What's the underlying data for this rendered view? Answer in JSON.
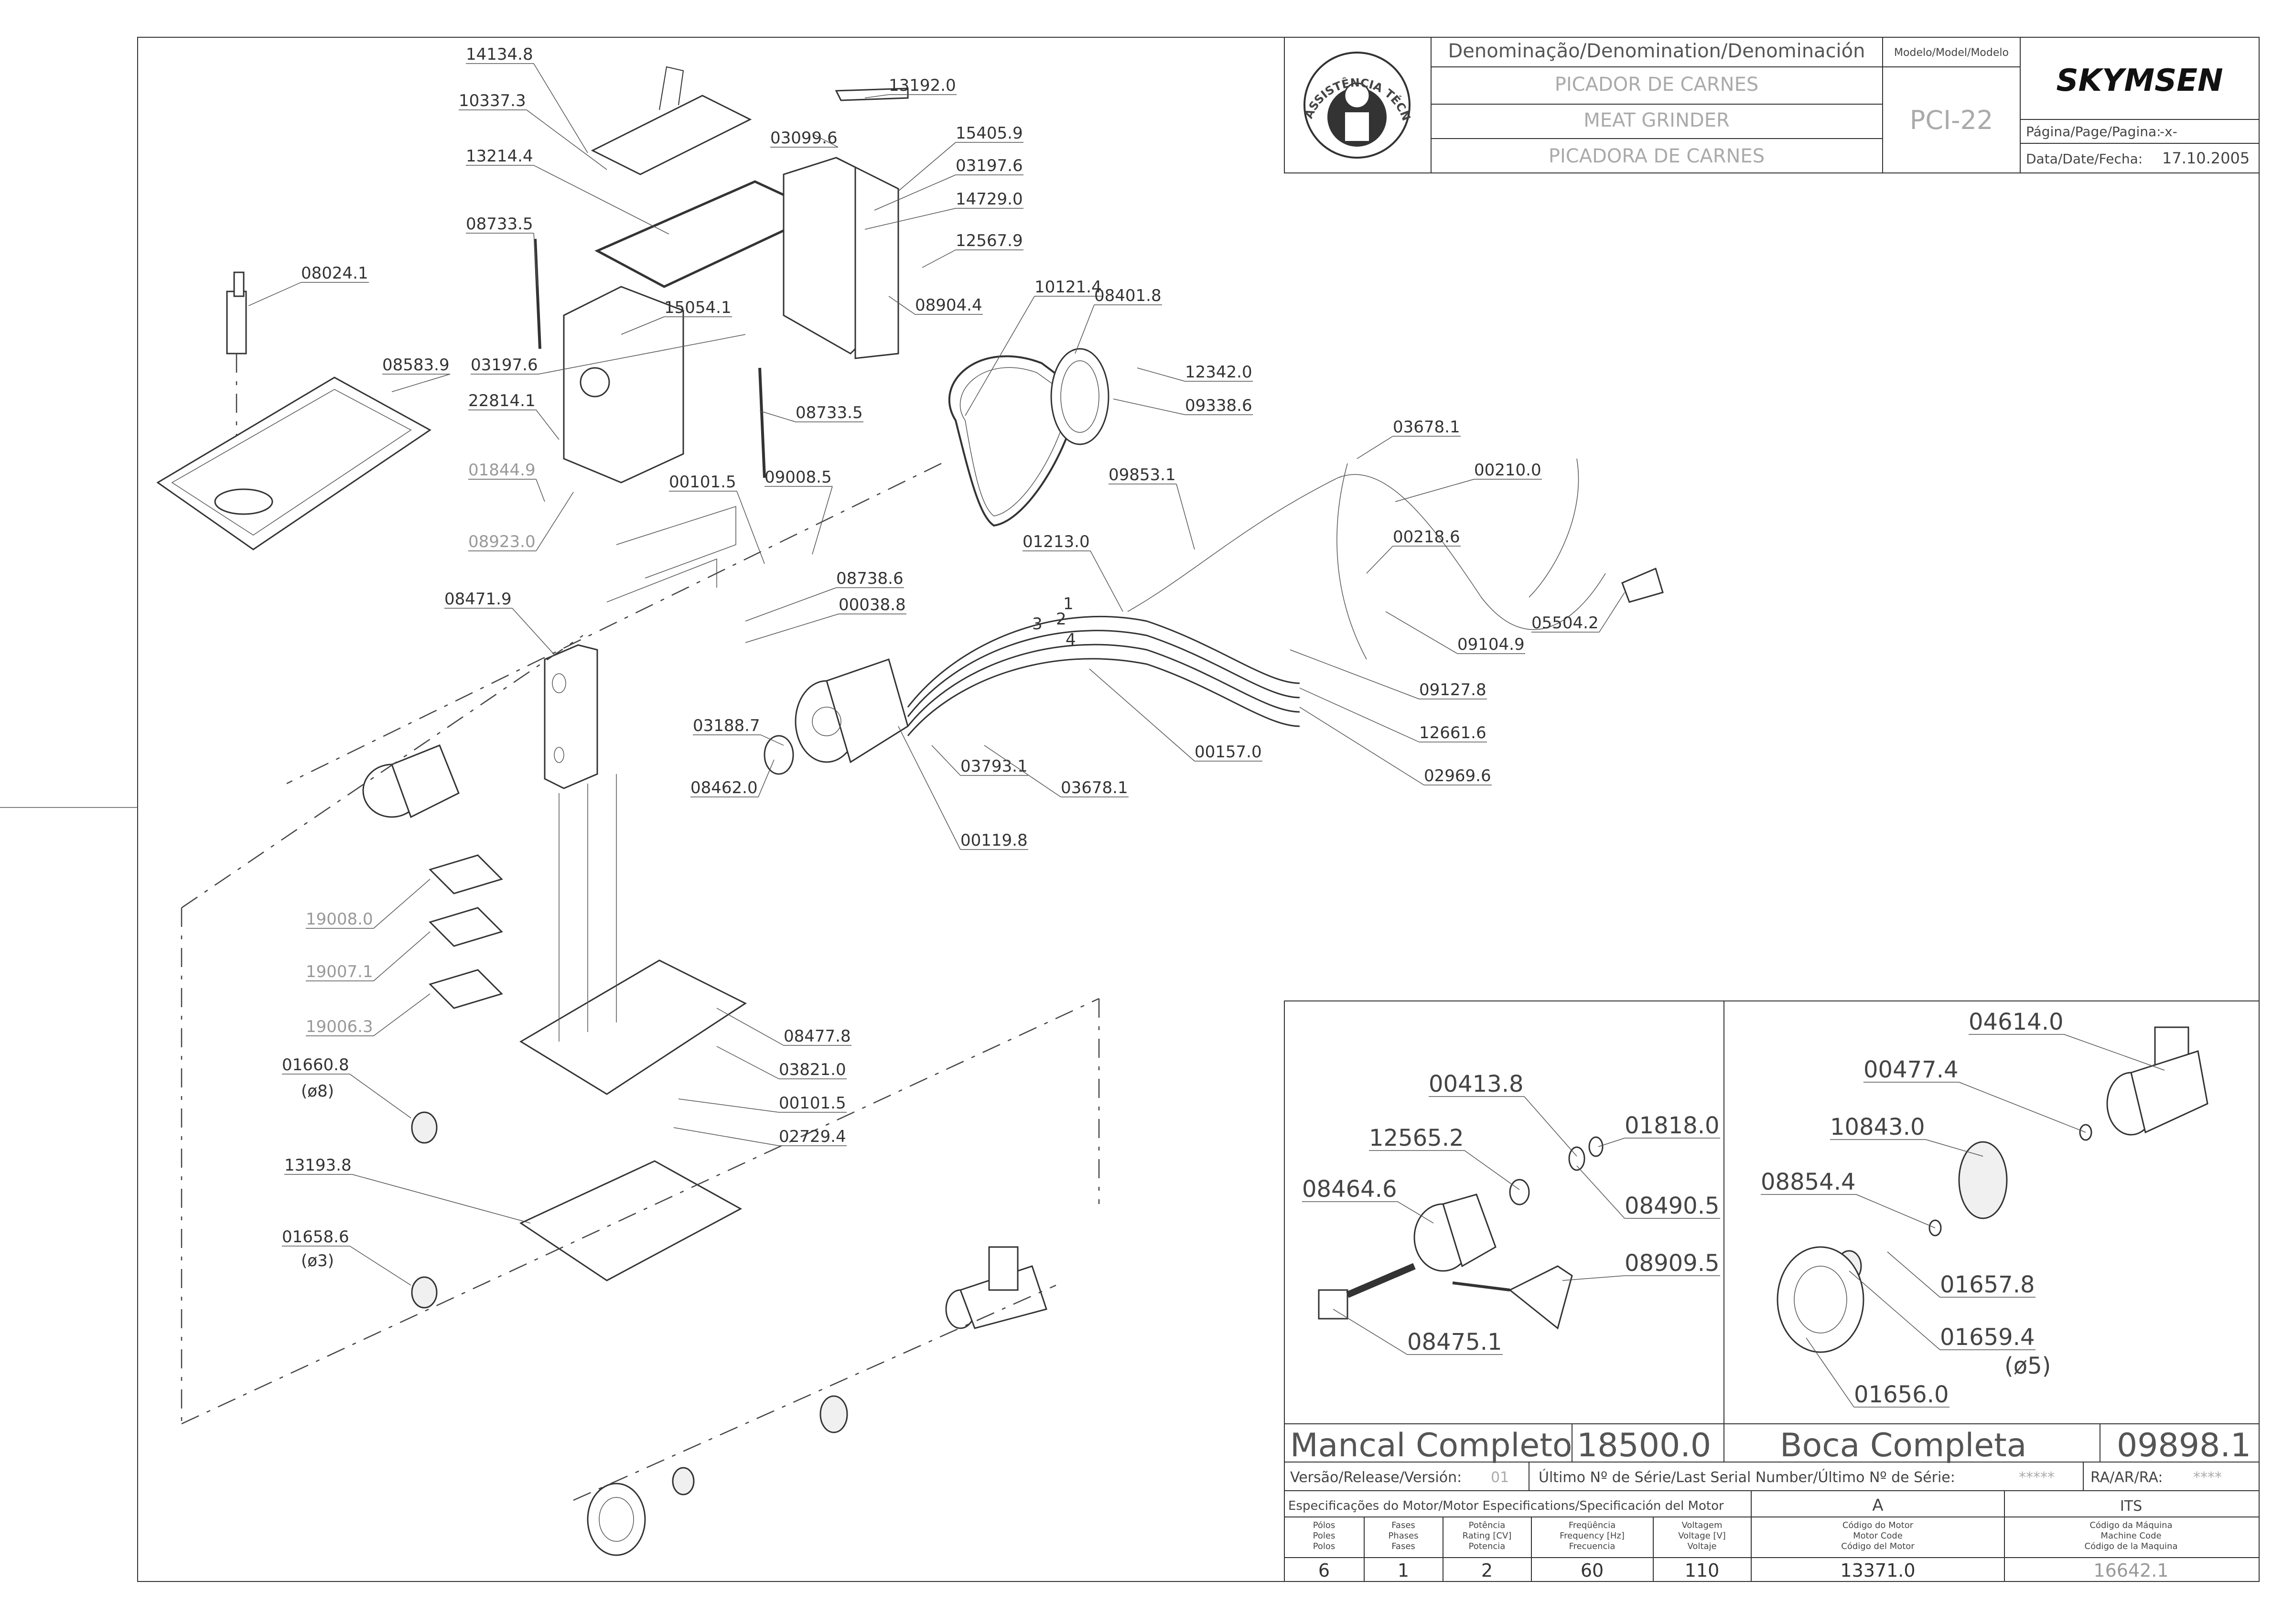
{
  "title_block": {
    "denomination_header": "Denominação/Denomination/Denominación",
    "model_header": "Modelo/Model/Modelo",
    "name_pt": "PICADOR DE CARNES",
    "name_en": "MEAT GRINDER",
    "name_es": "PICADORA DE CARNES",
    "model": "PCI-22",
    "brand": "SKYMSEN",
    "page_label": "Página/Page/Pagina:",
    "page_value": "-x-",
    "date_label": "Data/Date/Fecha:",
    "date_value": "17.10.2005",
    "seal_text": "ASSISTÊNCIA TÉCNICA AUTORIZADA"
  },
  "assemblies": {
    "bearing_title": "Mancal Completo",
    "bearing_code": "18500.0",
    "mouth_title": "Boca Completa",
    "mouth_code": "09898.1"
  },
  "release": {
    "version_label": "Versão/Release/Versión:",
    "version_value": "01",
    "serial_label": "Último Nº de Série/Last Serial Number/Último Nº de Série:",
    "serial_value": "*****",
    "ra_label": "RA/AR/RA:",
    "ra_value": "****"
  },
  "motor": {
    "spec_header": "Especificações do Motor/Motor Especifications/Specificación del Motor",
    "col_a": "A",
    "col_its": "ITS",
    "poles_label": [
      "Pólos",
      "Poles",
      "Polos"
    ],
    "phases_label": [
      "Fases",
      "Phases",
      "Fases"
    ],
    "power_label": [
      "Potência",
      "Rating [CV]",
      "Potencia"
    ],
    "freq_label": [
      "Freqüência",
      "Frequency [Hz]",
      "Frecuencia"
    ],
    "voltage_label": [
      "Voltagem",
      "Voltage [V]",
      "Voltaje"
    ],
    "motor_code_label": [
      "Código do Motor",
      "Motor Code",
      "Código del Motor"
    ],
    "machine_code_label": [
      "Código da Máquina",
      "Machine Code",
      "Código de la Maquina"
    ],
    "poles": "6",
    "phases": "1",
    "power": "2",
    "frequency": "60",
    "voltage": "110",
    "motor_code": "13371.0",
    "machine_code": "16642.1"
  },
  "main_labels": [
    {
      "code": "14134.8",
      "gray": false
    },
    {
      "code": "10337.3",
      "gray": false
    },
    {
      "code": "13192.0",
      "gray": false
    },
    {
      "code": "03099.6",
      "gray": false
    },
    {
      "code": "15405.9",
      "gray": false
    },
    {
      "code": "13214.4",
      "gray": false
    },
    {
      "code": "03197.6",
      "gray": false
    },
    {
      "code": "14729.0",
      "gray": false
    },
    {
      "code": "08733.5",
      "gray": false
    },
    {
      "code": "12567.9",
      "gray": false
    },
    {
      "code": "08024.1",
      "gray": false
    },
    {
      "code": "15054.1",
      "gray": false
    },
    {
      "code": "08904.4",
      "gray": false
    },
    {
      "code": "10121.4",
      "gray": false
    },
    {
      "code": "08401.8",
      "gray": false
    },
    {
      "code": "03197.6",
      "gray": false
    },
    {
      "code": "08583.9",
      "gray": false
    },
    {
      "code": "12342.0",
      "gray": false
    },
    {
      "code": "22814.1",
      "gray": false
    },
    {
      "code": "09338.6",
      "gray": false
    },
    {
      "code": "08733.5",
      "gray": false
    },
    {
      "code": "03678.1",
      "gray": false
    },
    {
      "code": "01844.9",
      "gray": true
    },
    {
      "code": "00210.0",
      "gray": false
    },
    {
      "code": "00101.5",
      "gray": false
    },
    {
      "code": "09008.5",
      "gray": false
    },
    {
      "code": "09853.1",
      "gray": false
    },
    {
      "code": "08923.0",
      "gray": true
    },
    {
      "code": "00218.6",
      "gray": false
    },
    {
      "code": "01213.0",
      "gray": false
    },
    {
      "code": "08738.6",
      "gray": false
    },
    {
      "code": "08471.9",
      "gray": false
    },
    {
      "code": "00038.8",
      "gray": false
    },
    {
      "code": "05504.2",
      "gray": false
    },
    {
      "code": "09104.9",
      "gray": false
    },
    {
      "code": "09127.8",
      "gray": false
    },
    {
      "code": "03188.7",
      "gray": false
    },
    {
      "code": "12661.6",
      "gray": false
    },
    {
      "code": "00157.0",
      "gray": false
    },
    {
      "code": "03793.1",
      "gray": false
    },
    {
      "code": "08462.0",
      "gray": false
    },
    {
      "code": "03678.1",
      "gray": false
    },
    {
      "code": "02969.6",
      "gray": false
    },
    {
      "code": "00119.8",
      "gray": false
    },
    {
      "code": "19008.0",
      "gray": true
    },
    {
      "code": "19007.1",
      "gray": true
    },
    {
      "code": "19006.3",
      "gray": true
    },
    {
      "code": "08477.8",
      "gray": false
    },
    {
      "code": "01660.8",
      "gray": false
    },
    {
      "code": "03821.0",
      "gray": false
    },
    {
      "code": "00101.5",
      "gray": false
    },
    {
      "code": "02729.4",
      "gray": false
    },
    {
      "code": "13193.8",
      "gray": false
    },
    {
      "code": "01658.6",
      "gray": false
    }
  ],
  "hole_notes": {
    "h8": "(ø8)",
    "h3": "(ø3)",
    "h5": "(ø5)"
  },
  "wire_numbers": [
    "1",
    "2",
    "3",
    "4"
  ],
  "bearing_labels": [
    "00413.8",
    "01818.0",
    "12565.2",
    "08490.5",
    "08464.6",
    "08909.5",
    "08475.1"
  ],
  "mouth_labels": [
    "04614.0",
    "00477.4",
    "10843.0",
    "08854.4",
    "01657.8",
    "01659.4",
    "01656.0"
  ]
}
